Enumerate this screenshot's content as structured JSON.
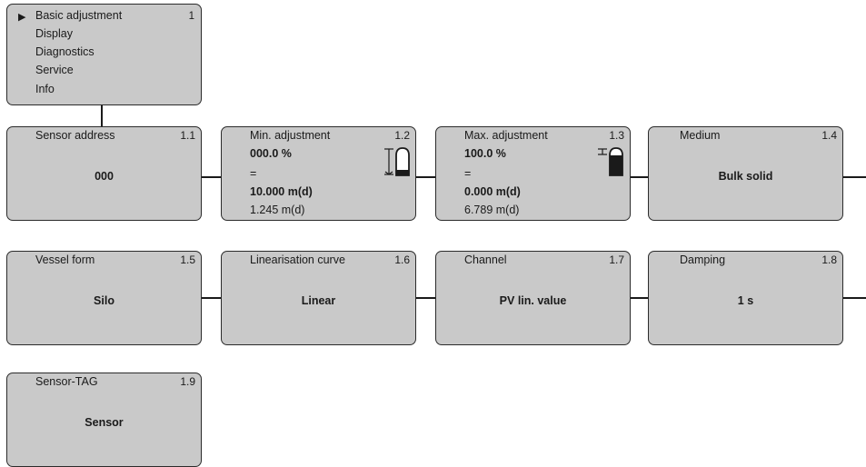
{
  "menu": {
    "items": [
      {
        "label": "Basic adjustment"
      },
      {
        "label": "Display"
      },
      {
        "label": "Diagnostics"
      },
      {
        "label": "Service"
      },
      {
        "label": "Info"
      }
    ],
    "number": "1"
  },
  "cards": {
    "sensor_address": {
      "title": "Sensor address",
      "number": "1.1",
      "value": "000"
    },
    "min_adjustment": {
      "title": "Min. adjustment",
      "number": "1.2",
      "percent": "000.0 %",
      "equals": "=",
      "distance": "10.000 m(d)",
      "measured": "1.245 m(d)"
    },
    "max_adjustment": {
      "title": "Max. adjustment",
      "number": "1.3",
      "percent": "100.0 %",
      "equals": "=",
      "distance": "0.000 m(d)",
      "measured": "6.789 m(d)"
    },
    "medium": {
      "title": "Medium",
      "number": "1.4",
      "value": "Bulk solid"
    },
    "vessel_form": {
      "title": "Vessel form",
      "number": "1.5",
      "value": "Silo"
    },
    "linearisation_curve": {
      "title": "Linearisation curve",
      "number": "1.6",
      "value": "Linear"
    },
    "channel": {
      "title": "Channel",
      "number": "1.7",
      "value": "PV lin. value"
    },
    "damping": {
      "title": "Damping",
      "number": "1.8",
      "value": "1 s"
    },
    "sensor_tag": {
      "title": "Sensor-TAG",
      "number": "1.9",
      "value": "Sensor"
    }
  },
  "icons": {
    "selected_marker": "selection-arrow-icon",
    "min_tank": "tank-empty-icon",
    "max_tank": "tank-full-icon"
  },
  "colors": {
    "panel": "#c9c9c9",
    "border": "#2b2b2b"
  }
}
